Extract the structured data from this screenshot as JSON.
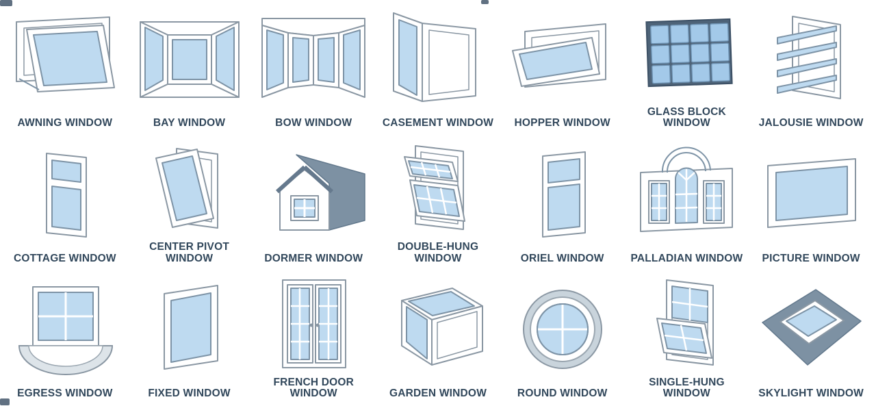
{
  "palette": {
    "background": "#ffffff",
    "glass": "#bedaf0",
    "frame_outline": "#8a97a3",
    "accent_dark": "#7d91a3",
    "glass_block_frame": "#4e6378",
    "label_text": "#31475b"
  },
  "items": [
    {
      "id": "awning-window",
      "label": "AWNING WINDOW"
    },
    {
      "id": "bay-window",
      "label": "BAY WINDOW"
    },
    {
      "id": "bow-window",
      "label": "BOW WINDOW"
    },
    {
      "id": "casement-window",
      "label": "CASEMENT WINDOW"
    },
    {
      "id": "hopper-window",
      "label": "HOPPER WINDOW"
    },
    {
      "id": "glass-block-window",
      "label": "GLASS BLOCK\nWINDOW"
    },
    {
      "id": "jalousie-window",
      "label": "JALOUSIE WINDOW"
    },
    {
      "id": "cottage-window",
      "label": "COTTAGE WINDOW"
    },
    {
      "id": "center-pivot-window",
      "label": "CENTER PIVOT\nWINDOW"
    },
    {
      "id": "dormer-window",
      "label": "DORMER WINDOW"
    },
    {
      "id": "double-hung-window",
      "label": "DOUBLE-HUNG\nWINDOW"
    },
    {
      "id": "oriel-window",
      "label": "ORIEL WINDOW"
    },
    {
      "id": "palladian-window",
      "label": "PALLADIAN WINDOW"
    },
    {
      "id": "picture-window",
      "label": "PICTURE WINDOW"
    },
    {
      "id": "egress-window",
      "label": "EGRESS WINDOW"
    },
    {
      "id": "fixed-window",
      "label": "FIXED WINDOW"
    },
    {
      "id": "french-door-window",
      "label": "FRENCH DOOR\nWINDOW"
    },
    {
      "id": "garden-window",
      "label": "GARDEN WINDOW"
    },
    {
      "id": "round-window",
      "label": "ROUND WINDOW"
    },
    {
      "id": "single-hung-window",
      "label": "SINGLE-HUNG\nWINDOW"
    },
    {
      "id": "skylight-window",
      "label": "SKYLIGHT WINDOW"
    }
  ]
}
